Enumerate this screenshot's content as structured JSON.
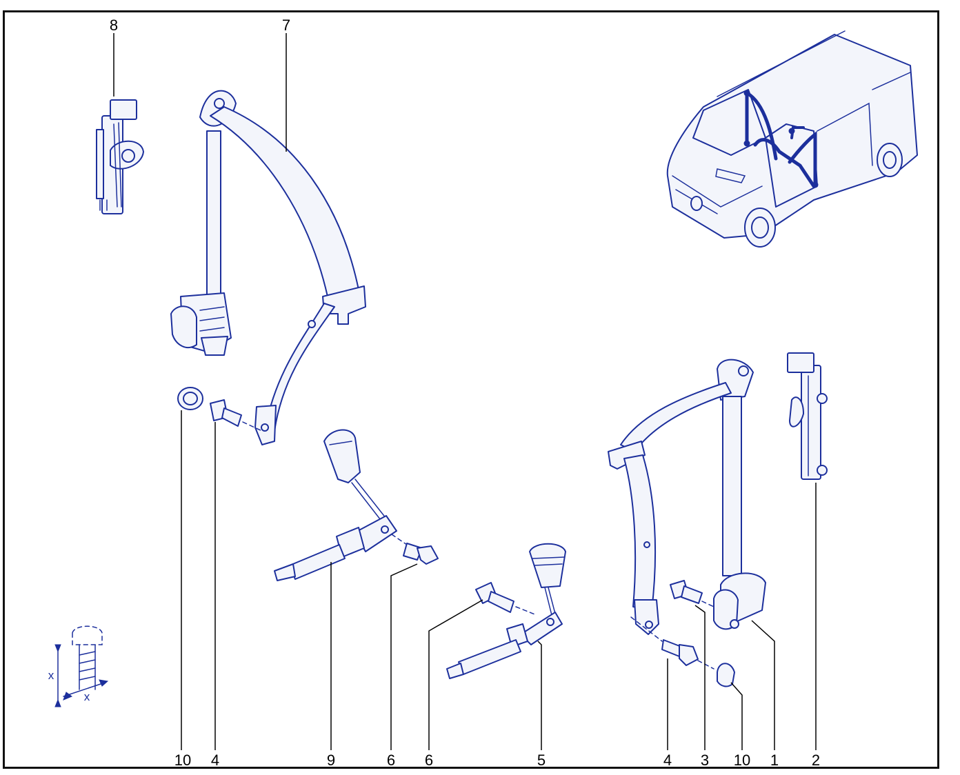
{
  "callouts": {
    "top_8": "8",
    "top_7": "7",
    "b_10_left": "10",
    "b_4_left": "4",
    "b_9": "9",
    "b_6_left": "6",
    "b_6_right": "6",
    "b_5": "5",
    "b_4_right": "4",
    "b_3": "3",
    "b_10_right": "10",
    "b_1": "1",
    "b_2": "2"
  },
  "gauge": {
    "label_height": "x",
    "label_width": "x"
  },
  "colors": {
    "line": "#1c2f9c",
    "frame": "#111111",
    "background": "#ffffff"
  },
  "icons": [
    "seat-belt-retractor-left",
    "seat-belt-retractor-right",
    "height-adjuster",
    "buckle-stalk",
    "bolt",
    "spacer",
    "cap",
    "van-overview",
    "thread-gauge-icon"
  ]
}
